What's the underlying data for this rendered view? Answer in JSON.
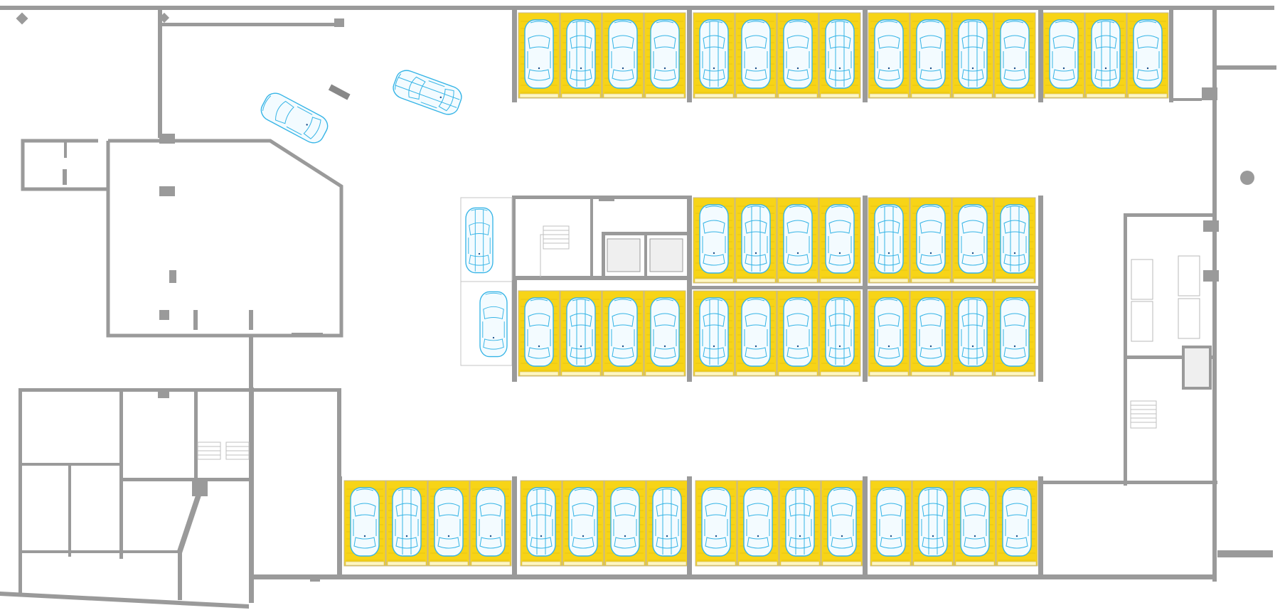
{
  "plan": {
    "colors": {
      "background": "#ffffff",
      "wall": "#9a9a9a",
      "bay_fill": "#f7d417",
      "car_outline": "#35b4e6"
    },
    "parking": {
      "bays_top_row": 15,
      "bays_middle_upper_row": 8,
      "bays_middle_lower_row": 12,
      "bays_bottom_row": 16,
      "loose_cars_unmarked_area": 2,
      "turning_cars_driveway": 2
    },
    "icons": [
      "car-icon",
      "stair-icon",
      "elevator-icon"
    ]
  }
}
